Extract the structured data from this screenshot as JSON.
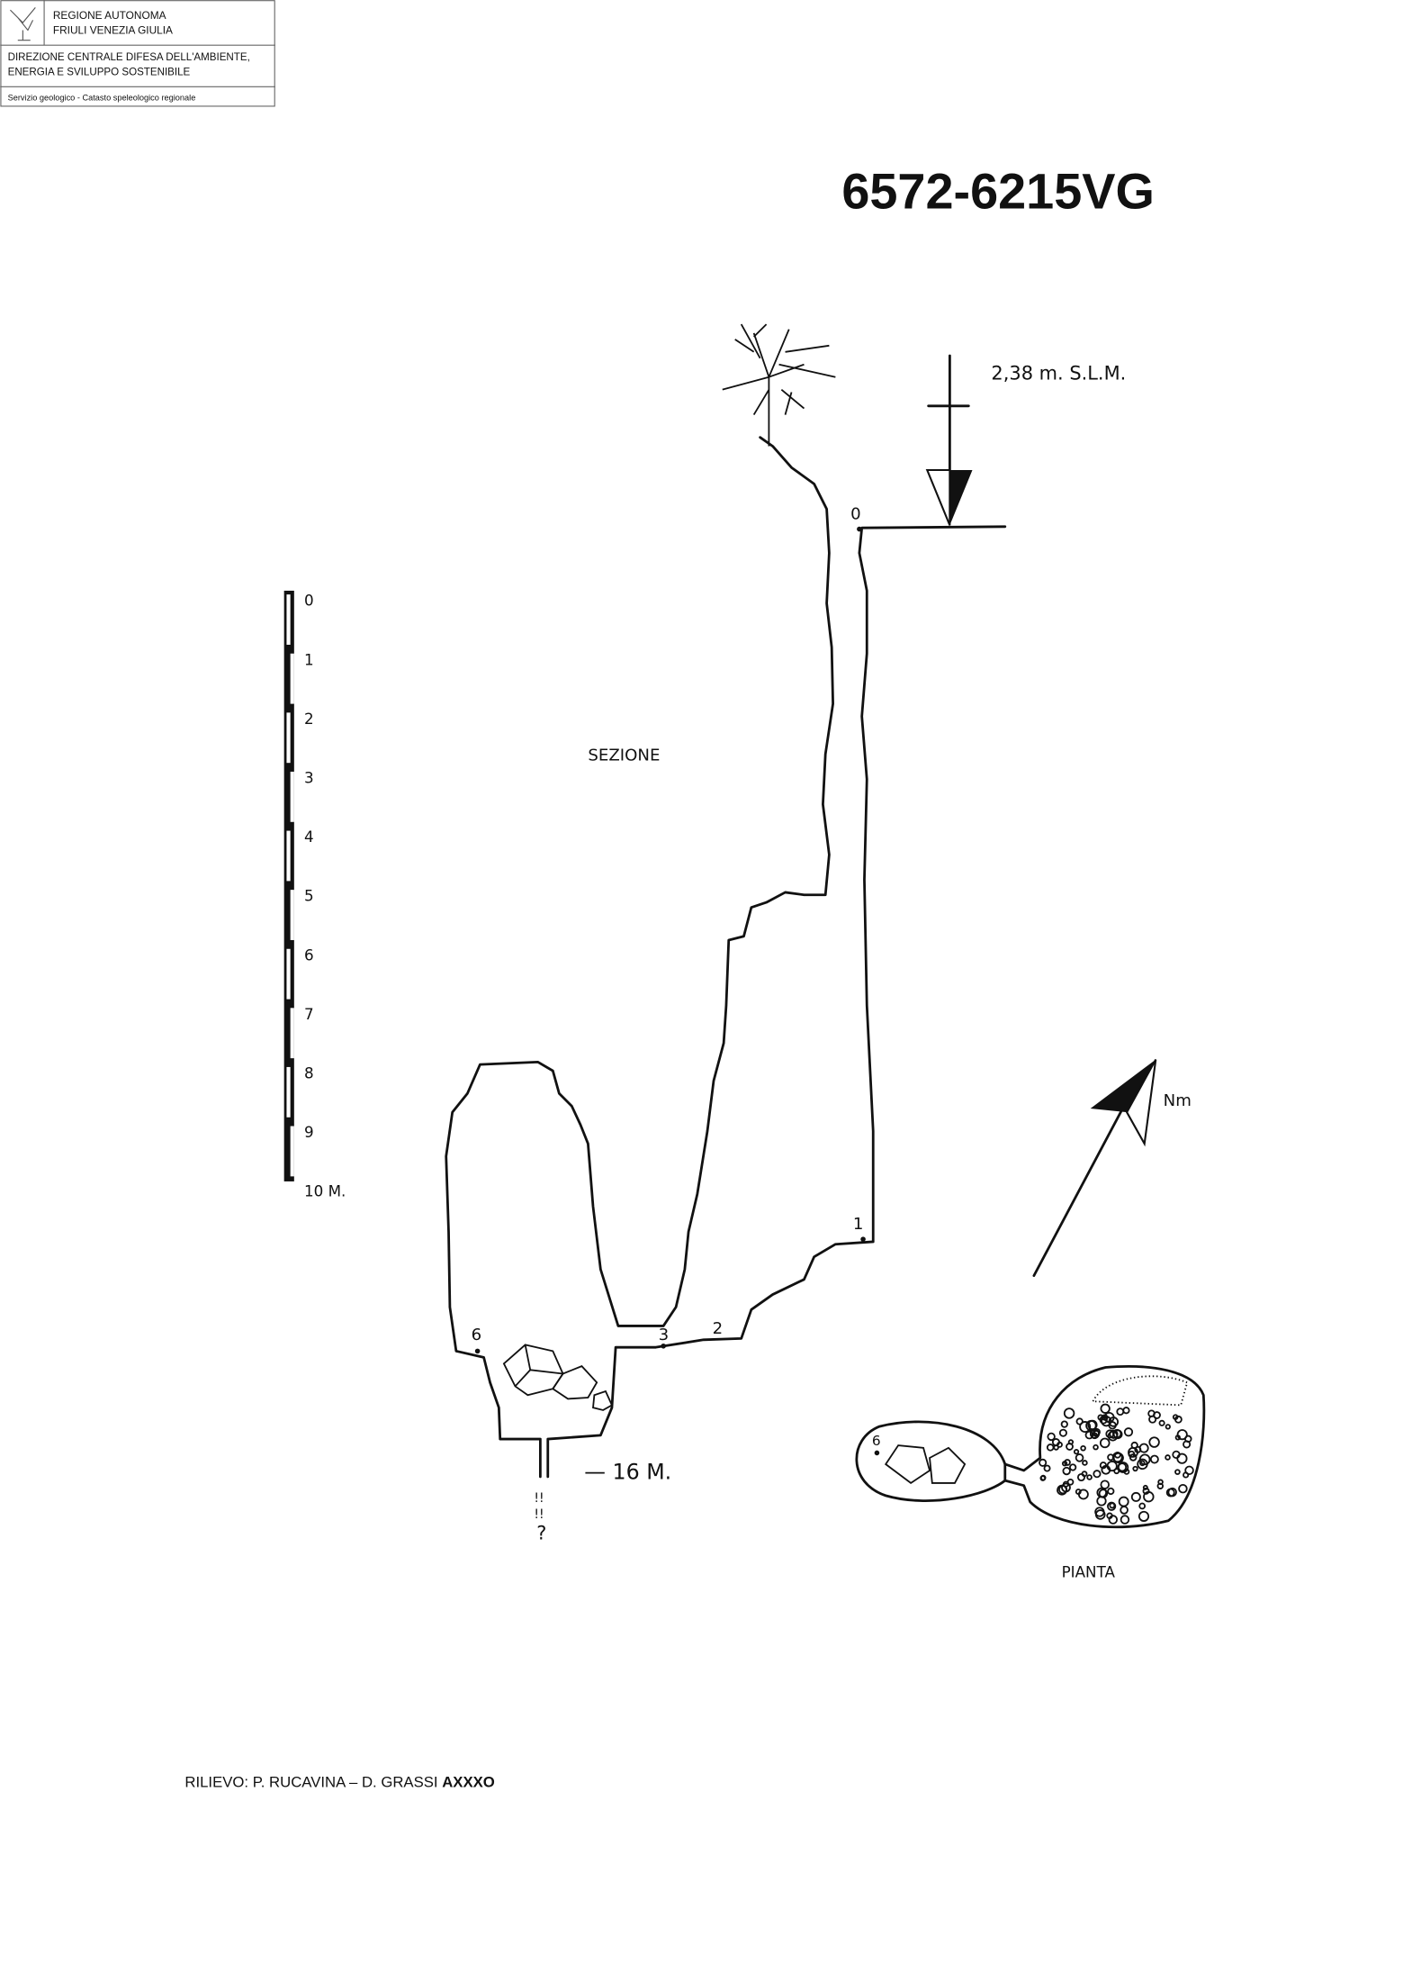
{
  "header": {
    "org_line1": "REGIONE AUTONOMA",
    "org_line2": "FRIULI VENEZIA GIULIA",
    "dept_line1": "DIREZIONE CENTRALE DIFESA DELL'AMBIENTE,",
    "dept_line2": "ENERGIA E SVILUPPO SOSTENIBILE",
    "service": "Servizio geologico - Catasto speleologico regionale"
  },
  "cave_id": "6572-6215VG",
  "section": {
    "label": "SEZIONE",
    "elevation": "2,38 m. S.L.M.",
    "depth": "— 16 M.",
    "unknown": "?",
    "stations": [
      "0",
      "1",
      "2",
      "3",
      "6"
    ]
  },
  "scale": {
    "labels": [
      "0",
      "1",
      "2",
      "3",
      "4",
      "5",
      "6",
      "7",
      "8",
      "9",
      "10 M."
    ]
  },
  "north": {
    "label": "Nm"
  },
  "plan": {
    "label": "PIANTA",
    "station": "6"
  },
  "credits": {
    "prefix": "RILIEVO: P. RUCAVINA – D. GRASSI",
    "suffix": "AXXXO"
  }
}
